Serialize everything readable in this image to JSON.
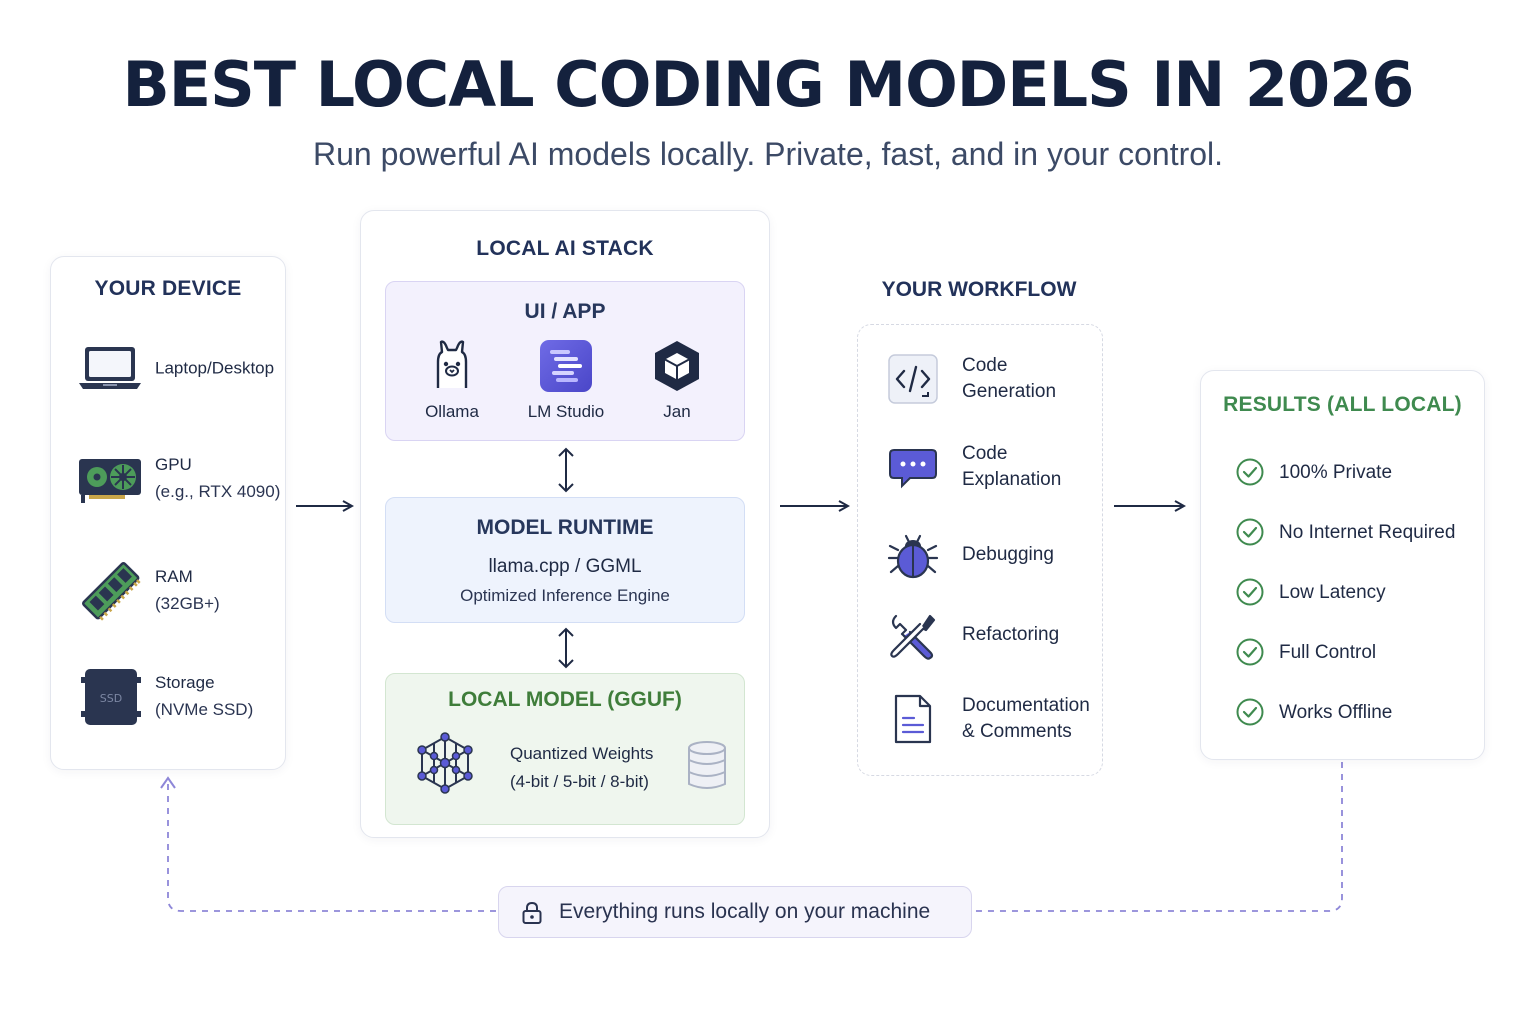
{
  "title": "BEST LOCAL CODING MODELS IN 2026",
  "subtitle": "Run powerful AI models locally. Private, fast, and in your control.",
  "device": {
    "heading": "YOUR DEVICE",
    "items": [
      {
        "label": "Laptop/Desktop",
        "detail": "",
        "icon": "laptop-icon"
      },
      {
        "label": "GPU",
        "detail": "(e.g., RTX 4090)",
        "icon": "gpu-icon"
      },
      {
        "label": "RAM",
        "detail": "(32GB+)",
        "icon": "ram-icon"
      },
      {
        "label": "Storage",
        "detail": "(NVMe SSD)",
        "icon": "ssd-icon",
        "icon_text": "SSD"
      }
    ]
  },
  "stack": {
    "heading": "LOCAL AI STACK",
    "ui": {
      "heading": "UI / APP",
      "apps": [
        {
          "label": "Ollama",
          "icon": "ollama-llama-icon"
        },
        {
          "label": "LM Studio",
          "icon": "lm-studio-icon"
        },
        {
          "label": "Jan",
          "icon": "jan-cube-icon"
        }
      ]
    },
    "runtime": {
      "heading": "MODEL RUNTIME",
      "line1": "llama.cpp / GGML",
      "line2": "Optimized Inference Engine"
    },
    "model": {
      "heading": "LOCAL MODEL (GGUF)",
      "line1": "Quantized Weights",
      "line2": "(4-bit / 5-bit / 8-bit)"
    }
  },
  "workflow": {
    "heading": "YOUR WORKFLOW",
    "items": [
      {
        "line1": "Code",
        "line2": "Generation",
        "icon": "code-icon"
      },
      {
        "line1": "Code",
        "line2": "Explanation",
        "icon": "chat-bubble-icon"
      },
      {
        "line1": "Debugging",
        "line2": "",
        "icon": "bug-icon"
      },
      {
        "line1": "Refactoring",
        "line2": "",
        "icon": "tools-icon"
      },
      {
        "line1": "Documentation",
        "line2": "& Comments",
        "icon": "document-icon"
      }
    ]
  },
  "results": {
    "heading": "RESULTS (ALL LOCAL)",
    "items": [
      "100% Private",
      "No Internet Required",
      "Low Latency",
      "Full Control",
      "Works Offline"
    ]
  },
  "footer": {
    "text": "Everything runs locally on your machine",
    "icon": "lock-icon"
  },
  "colors": {
    "title": "#14213d",
    "accent_purple": "#5b5bd6",
    "results_green": "#3f8a4f",
    "model_green": "#3f7d3a",
    "dashed_connector": "#8e87d8"
  }
}
